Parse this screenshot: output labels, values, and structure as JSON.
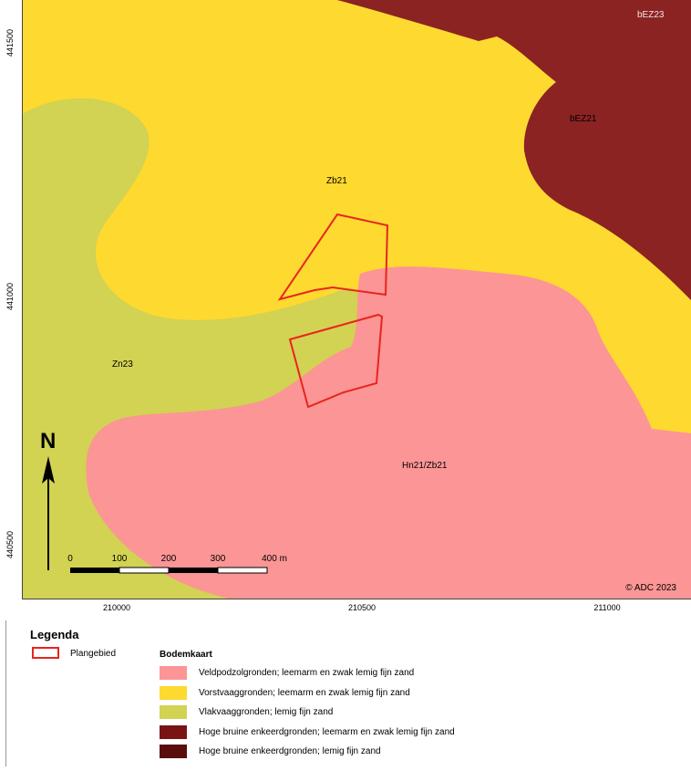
{
  "map": {
    "north_label": "N",
    "zone_labels": {
      "bez23": "bEZ23",
      "bez21": "bEZ21",
      "zb21": "Zb21",
      "zn23": "Zn23",
      "hn21": "Hn21/Zb21"
    },
    "x_coords": [
      "210000",
      "210500",
      "211000"
    ],
    "y_coords": [
      "441500",
      "441000",
      "440500"
    ],
    "scale_labels": [
      "0",
      "100",
      "200",
      "300",
      "400 m"
    ],
    "copyright": "© ADC 2023",
    "colors": {
      "veldpodzol": "#fc9595",
      "vorstvaag": "#fed92f",
      "vlakvaag": "#d2d253",
      "hoge_bruine_1": "#8b2323",
      "hoge_bruine_2": "#5c1717",
      "plangebied_outline": "#e8241e"
    }
  },
  "legend": {
    "title": "Legenda",
    "plangebied": "Plangebied",
    "bodemkaart_title": "Bodemkaart",
    "items": [
      {
        "label": "Veldpodzolgronden; leemarm en zwak lemig fijn zand",
        "color": "#fc9595"
      },
      {
        "label": "Vorstvaaggronden; leemarm en zwak lemig fijn zand",
        "color": "#fed92f"
      },
      {
        "label": "Vlakvaaggronden; lemig fijn zand",
        "color": "#d2d253"
      },
      {
        "label": "Hoge bruine enkeerdgronden; leemarm en zwak lemig fijn zand",
        "color": "#7a1414"
      },
      {
        "label": "Hoge bruine enkeerdgronden; lemig fijn zand",
        "color": "#5a0d0d"
      }
    ]
  }
}
